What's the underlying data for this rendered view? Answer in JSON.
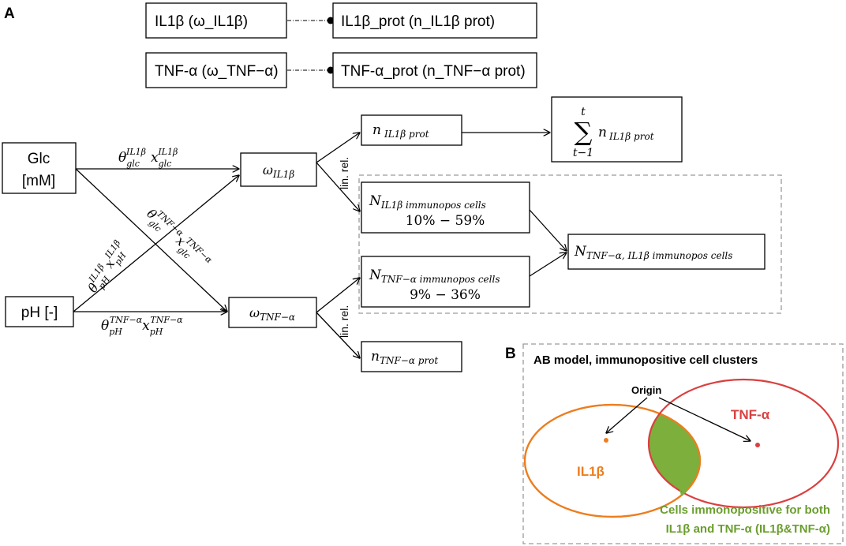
{
  "panel_a": {
    "label": "A",
    "legend": [
      {
        "gene": "IL1β (ω_IL1β)",
        "protein": "IL1β_prot (n_IL1β prot)"
      },
      {
        "gene": "TNF-α (ω_TNF−α)",
        "protein": "TNF-α_prot (n_TNF−α prot)"
      }
    ],
    "inputs": {
      "glc": [
        "Glc",
        "[mM]"
      ],
      "ph": "pH [-]"
    },
    "weights": {
      "glc_il1b": "θglc^IL1β xglc^IL1β",
      "glc_tnf": "θglc^TNF−α xglc^TNF−α",
      "ph_il1b": "θpH^IL1β xpH^IL1β",
      "ph_tnf": "θpH^TNF−α xpH^TNF−α"
    },
    "nodes": {
      "omega_il1b": "ω_IL1β",
      "omega_tnf": "ω_TNF−α",
      "n_il1b_prot": "n_IL1β prot",
      "n_tnf_prot": "n_TNF−α prot",
      "sum_il1b": "Σ(t−1..t) n_IL1β prot",
      "n_il1b_cells": {
        "name": "N_IL1β immunopos cells",
        "range": "10% − 59%"
      },
      "n_tnf_cells": {
        "name": "N_TNF−α immunopos cells",
        "range": "9% − 36%"
      },
      "n_both_cells": "N_TNF−α, IL1β immunopos cells"
    },
    "edge_label": "lin. rel."
  },
  "panel_b": {
    "label": "B",
    "title": "AB model, immunopositive cell clusters",
    "origin": "Origin",
    "il1b": "IL1β",
    "tnf": "TNF-α",
    "both_line1": "Cells immonopositive for both",
    "both_line2": "IL1β and TNF-α (IL1β&TNF-α)",
    "colors": {
      "il1b": "#ED7D1E",
      "tnf": "#D9403F",
      "overlap": "#7CAF3C",
      "overlap_text": "#6A9E2E"
    }
  }
}
